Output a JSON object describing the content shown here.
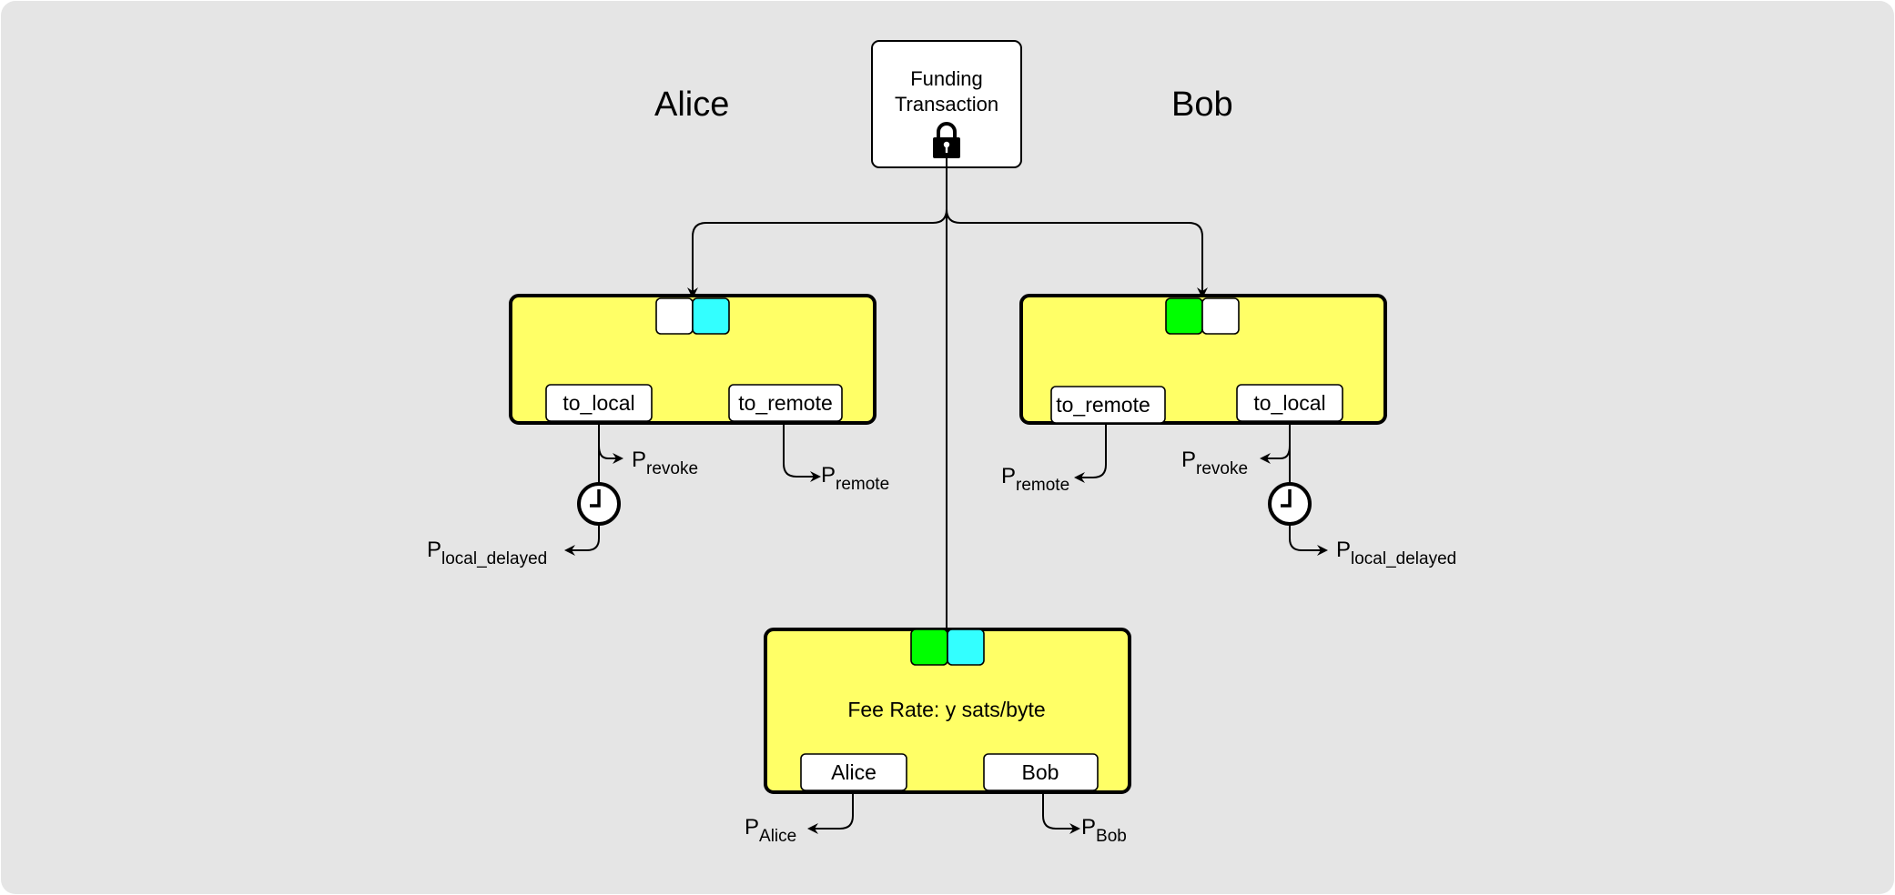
{
  "parties": {
    "alice_title": "Alice",
    "bob_title": "Bob"
  },
  "funding": {
    "line1": "Funding",
    "line2": "Transaction",
    "icon": "lock-icon"
  },
  "colors": {
    "background": "#e5e5e5",
    "tx_fill": "#ffff66",
    "alice_key": "#33ffff",
    "bob_key": "#00ff00",
    "empty_key": "#ffffff",
    "output_fill": "#ffffff"
  },
  "alice_commitment": {
    "keys": [
      "empty",
      "alice"
    ],
    "outputs": [
      {
        "label": "to_local"
      },
      {
        "label": "to_remote"
      }
    ],
    "paths": {
      "revoke": {
        "main": "P",
        "sub": "revoke"
      },
      "local_delayed": {
        "main": "P",
        "sub": "local_delayed"
      },
      "remote": {
        "main": "P",
        "sub": "remote"
      }
    },
    "timelock_icon": "clock-icon"
  },
  "bob_commitment": {
    "keys": [
      "bob",
      "empty"
    ],
    "outputs": [
      {
        "label": "to_remote"
      },
      {
        "label": "to_local"
      }
    ],
    "paths": {
      "remote": {
        "main": "P",
        "sub": "remote"
      },
      "revoke": {
        "main": "P",
        "sub": "revoke"
      },
      "local_delayed": {
        "main": "P",
        "sub": "local_delayed"
      }
    },
    "timelock_icon": "clock-icon"
  },
  "closing": {
    "keys": [
      "bob",
      "alice"
    ],
    "fee_text": "Fee Rate: y sats/byte",
    "outputs": [
      {
        "label": "Alice"
      },
      {
        "label": "Bob"
      }
    ],
    "paths": {
      "alice": {
        "main": "P",
        "sub": "Alice"
      },
      "bob": {
        "main": "P",
        "sub": "Bob"
      }
    }
  }
}
